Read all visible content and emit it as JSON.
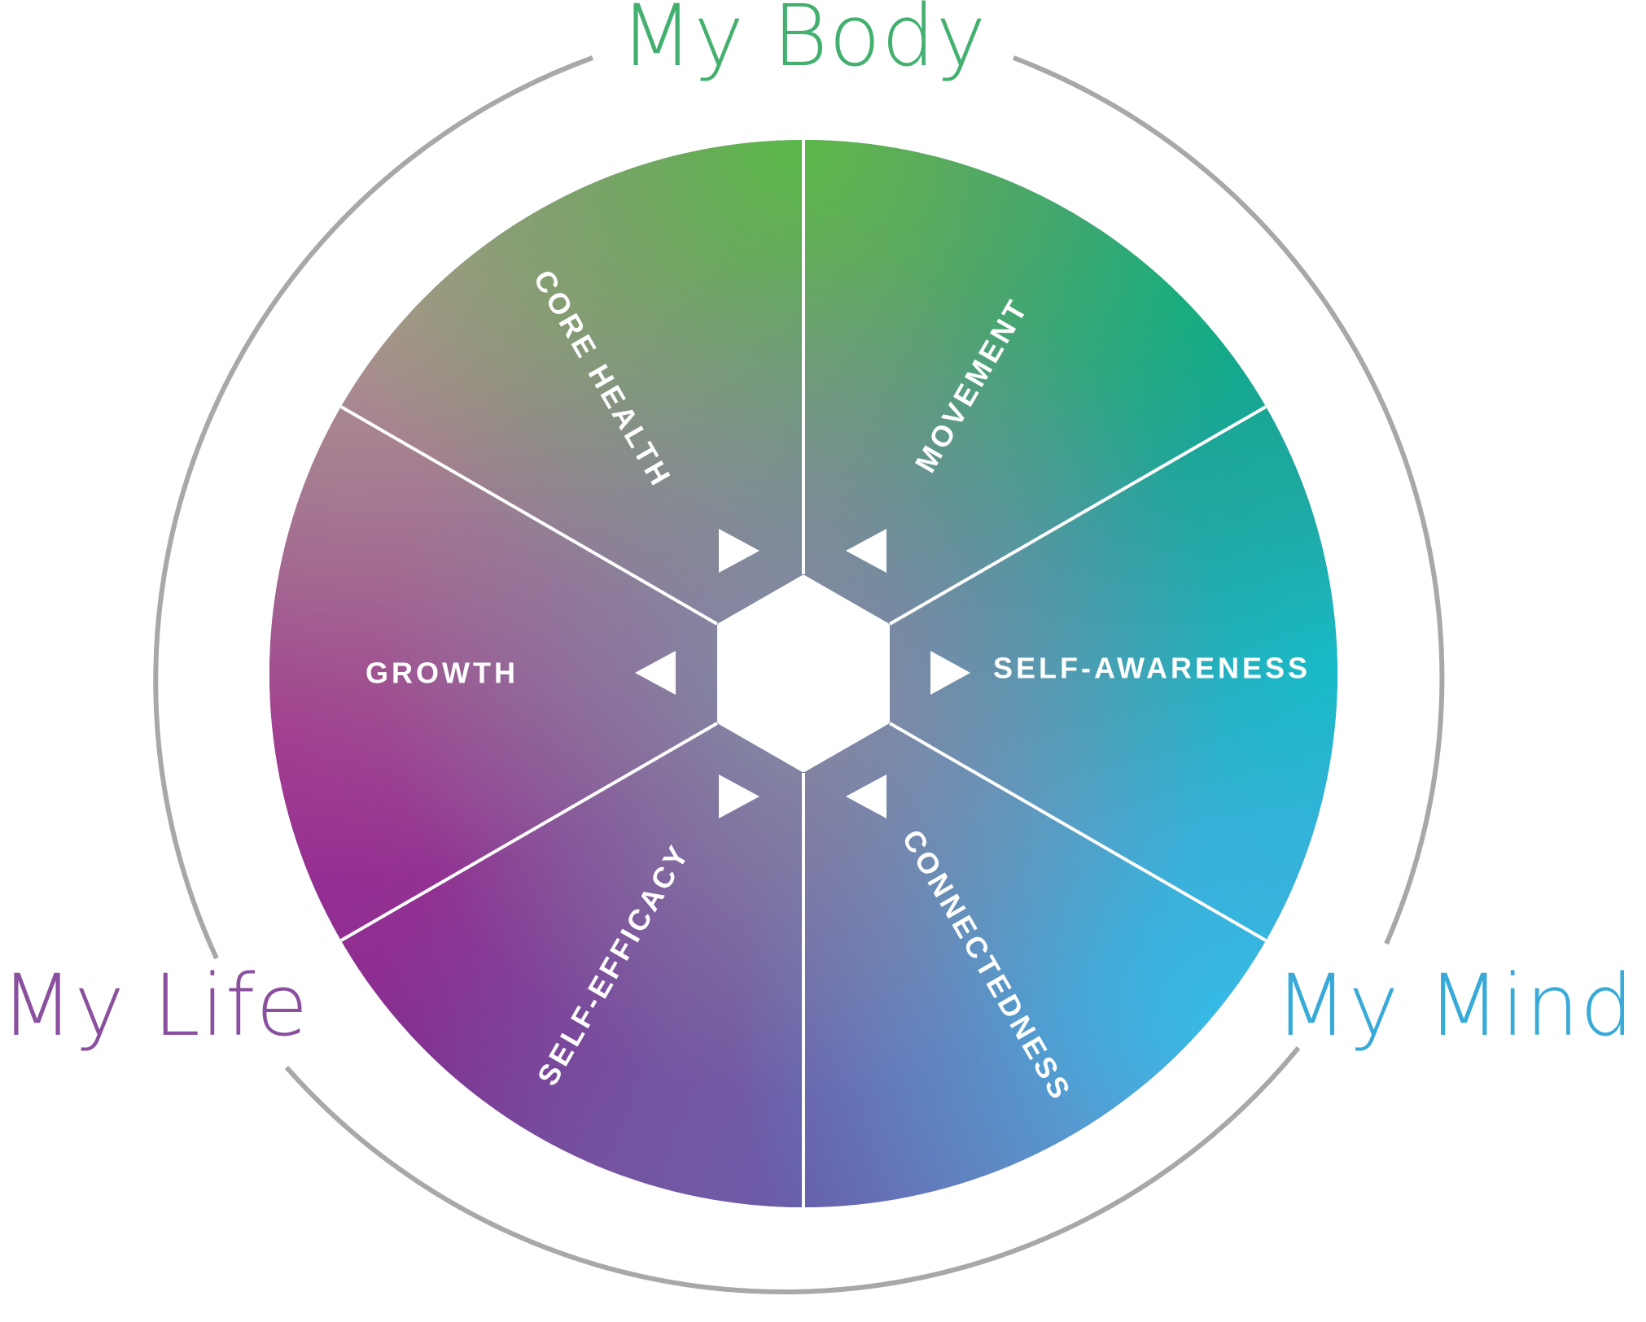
{
  "titles": {
    "body": "My Body",
    "mind": "My Mind",
    "life": "My Life"
  },
  "segments": [
    {
      "label": "CORE HEALTH"
    },
    {
      "label": "MOVEMENT"
    },
    {
      "label": "SELF-AWARENESS"
    },
    {
      "label": "CONNECTEDNESS"
    },
    {
      "label": "SELF-EFFICACY"
    },
    {
      "label": "GROWTH"
    }
  ],
  "colors": {
    "body_title": "#43b070",
    "mind_title": "#38aad7",
    "life_title": "#8a4f9e",
    "green": "#5bb94b",
    "teal": "#06b3ad",
    "cyan": "#2fc3ec",
    "blue_purple": "#6a5aa8",
    "purple": "#7b2a8c",
    "magenta": "#a1288f",
    "outer_ring": "#a8a8a8"
  }
}
